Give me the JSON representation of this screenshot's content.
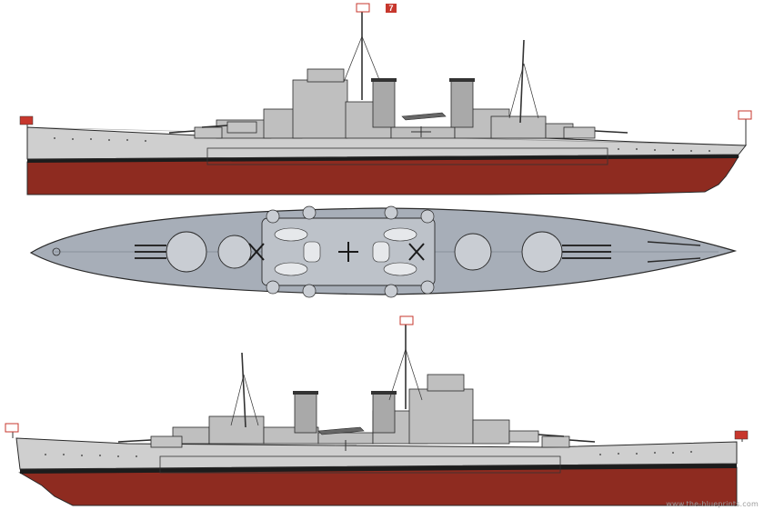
{
  "image": {
    "flag_number": "7",
    "watermark": "www.the-blueprints.com"
  },
  "views": [
    {
      "view": "starboard-profile"
    },
    {
      "view": "deck-plan"
    },
    {
      "view": "port-profile"
    }
  ],
  "colors": {
    "hull_gray": "#cdcdcd",
    "deck_gray": "#a7aeb8",
    "superstructure_gray": "#bfbfbf",
    "boot_topping": "#1c1c1c",
    "hull_red": "#8e2b20",
    "outline": "#2a2a2a",
    "flag_red": "#c7372d"
  }
}
